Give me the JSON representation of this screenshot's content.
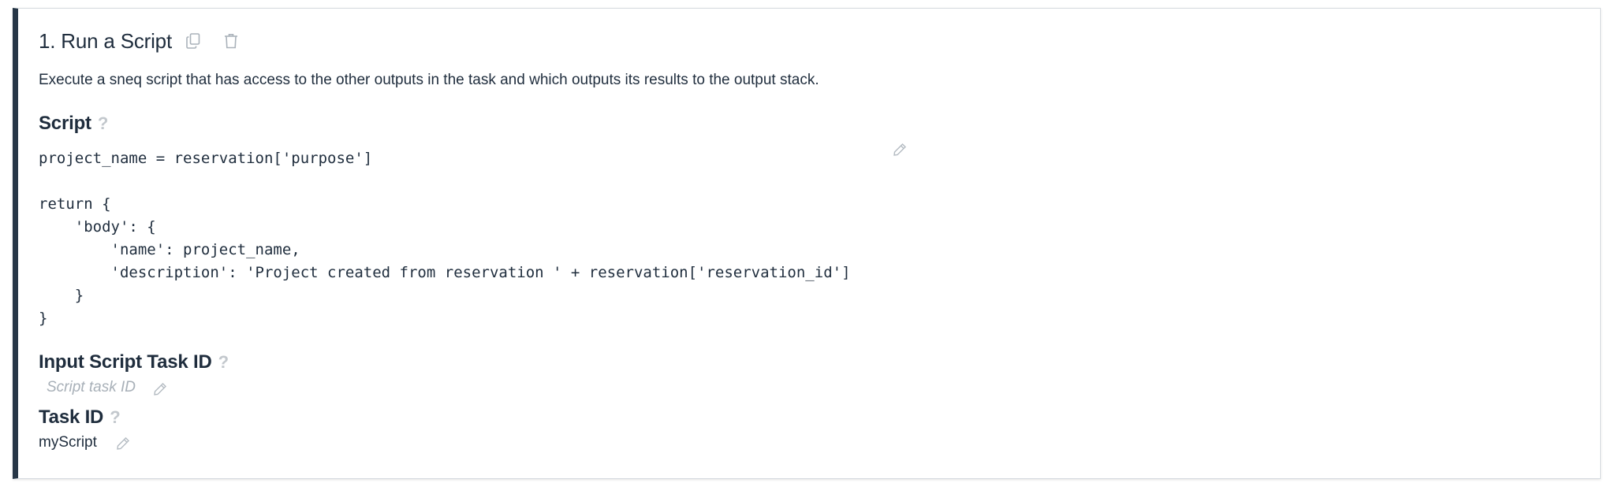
{
  "step": {
    "title": "1. Run a Script",
    "description": "Execute a sneq script that has access to the other outputs in the task and which outputs its results to the output stack.",
    "icons": {
      "copy": "copy-icon",
      "delete": "trash-icon",
      "edit": "pencil-icon",
      "help": "question-mark-icon"
    }
  },
  "script": {
    "label": "Script",
    "help": "?",
    "code": "project_name = reservation['purpose']\n\nreturn {\n    'body': {\n        'name': project_name,\n        'description': 'Project created from reservation ' + reservation['reservation_id']\n    }\n}"
  },
  "input_script_task_id": {
    "label": "Input Script Task ID",
    "help": "?",
    "placeholder": "Script task ID"
  },
  "task_id": {
    "label": "Task ID",
    "help": "?",
    "value": "myScript"
  },
  "colors": {
    "accent_bar": "#263646",
    "text": "#1f2d3d",
    "muted": "#c3c8cd",
    "placeholder": "#a8b0b8"
  }
}
